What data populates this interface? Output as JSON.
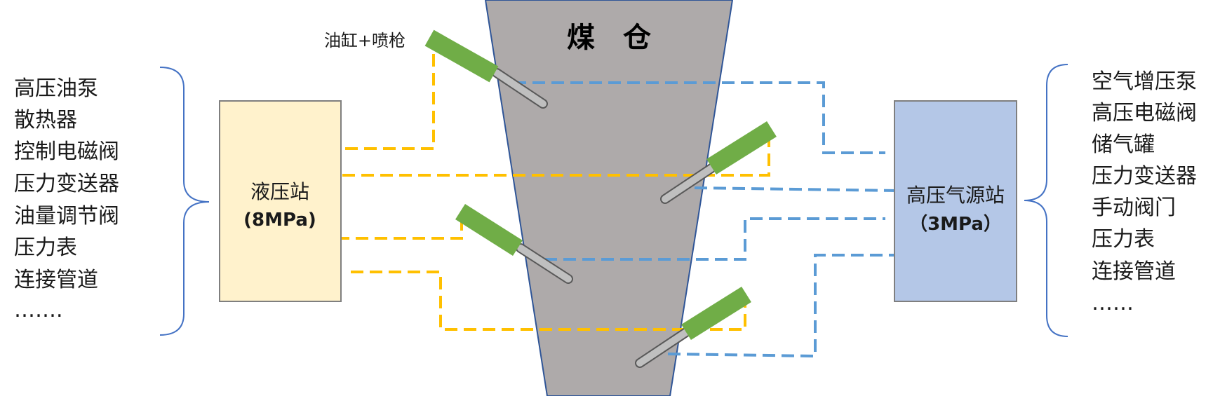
{
  "colors": {
    "bunker_fill": "#AEAAAA",
    "bunker_stroke": "#2F5597",
    "hydraulic_box_fill": "#FFF2CC",
    "air_box_fill": "#B4C7E7",
    "hydraulic_line": "#FFC000",
    "air_line": "#5B9BD5",
    "cylinder": "#70AD47",
    "nozzle": "#A5A5A5",
    "brace": "#4472C4"
  },
  "bunker": {
    "title": "煤　仓"
  },
  "callout": {
    "label": "油缸+喷枪"
  },
  "hydraulic_station": {
    "name": "液压站",
    "pressure": "(8MPa)"
  },
  "air_station": {
    "name": "高压气源站",
    "pressure": "（3MPa）"
  },
  "left_list": {
    "items": [
      "高压油泵",
      "散热器",
      "控制电磁阀",
      "压力变送器",
      "油量调节阀",
      "压力表",
      "连接管道",
      "……."
    ]
  },
  "right_list": {
    "items": [
      "空气增压泵",
      "高压电磁阀",
      "储气罐",
      "压力变送器",
      "手动阀门",
      "压力表",
      "连接管道",
      "……"
    ]
  }
}
